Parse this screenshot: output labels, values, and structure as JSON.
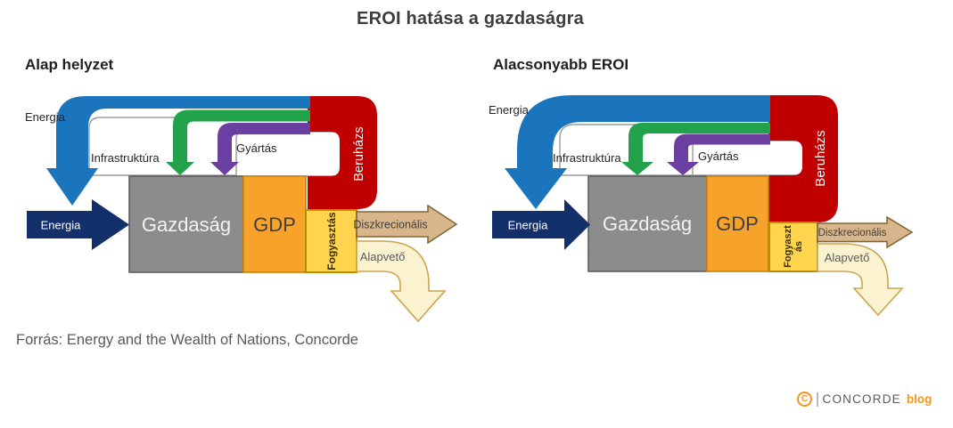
{
  "page": {
    "title": "EROI hatása a gazdaságra",
    "source_note": "Forrás: Energy and the Wealth of Nations, Concorde"
  },
  "logo": {
    "symbol": "C",
    "brand": "CONCORDE",
    "suffix": "blog"
  },
  "colors": {
    "energy_blue": "#1B75BC",
    "input_navy": "#14306B",
    "infrastructure_green": "#21A24B",
    "manufacturing_purple": "#6B3FA0",
    "investment_red": "#C00000",
    "economy_gray": "#8C8C8C",
    "gdp_orange": "#F7A22B",
    "consumption_gold": "#FFD44F",
    "discretionary_tan": "#D8B58B",
    "essential_cream": "#FBF2CF",
    "logo_orange": "#F7941E",
    "heading_dark": "#1F1F1F",
    "source_gray": "#595959"
  },
  "diagrams": [
    {
      "heading": "Alap helyzet",
      "labels": {
        "energy_loop": "Energia",
        "infrastructure": "Infrastruktúra",
        "manufacturing": "Gyártás",
        "investment": "Beruházs",
        "energy_input": "Energia",
        "economy": "Gazdaság",
        "gdp": "GDP",
        "consumption": "Fogyasztás",
        "discretionary": "Diszkrecionális",
        "essential": "Alapvető"
      }
    },
    {
      "heading": "Alacsonyabb EROI",
      "labels": {
        "energy_loop": "Energia",
        "infrastructure": "Infrastruktúra",
        "manufacturing": "Gyártás",
        "investment": "Beruházs",
        "energy_input": "Energia",
        "economy": "Gazdaság",
        "gdp": "GDP",
        "consumption_line1": "Fogyaszt",
        "consumption_line2": "ás",
        "discretionary": "Diszkrecionális",
        "essential": "Alapvető"
      }
    }
  ]
}
